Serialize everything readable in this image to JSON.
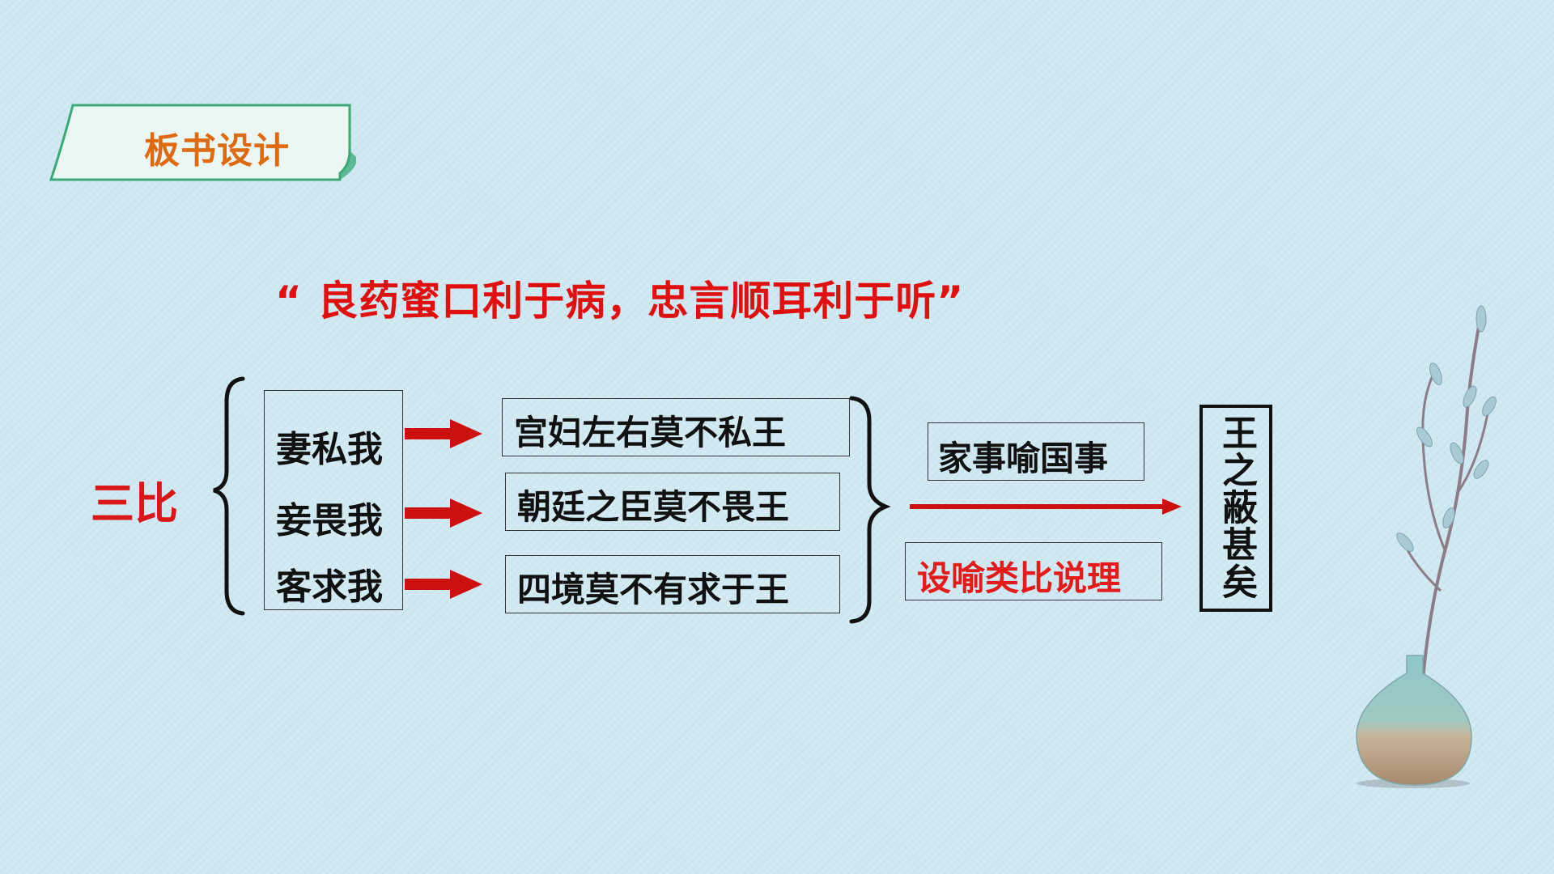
{
  "title": "板书设计",
  "quote": "“ 良药蜜口利于病，忠言顺耳利于听”",
  "label": "三比",
  "left_items": [
    "妻私我",
    "妾畏我",
    "客求我"
  ],
  "mid_items": [
    "宫妇左右莫不私王",
    "朝廷之臣莫不畏王",
    "四境莫不有求于王"
  ],
  "right_top": "家事喻国事",
  "right_bottom": "设喻类比说理",
  "conclusion": "王之蔽甚矣",
  "colors": {
    "title": "#e06a12",
    "quote": "#e11010",
    "label": "#d81818",
    "arrow": "#cc1010",
    "tab_border": "#3aa978"
  },
  "icons": [
    "left-brace-icon",
    "right-brace-icon",
    "arrow-right-icon",
    "vase-with-branch-icon"
  ]
}
